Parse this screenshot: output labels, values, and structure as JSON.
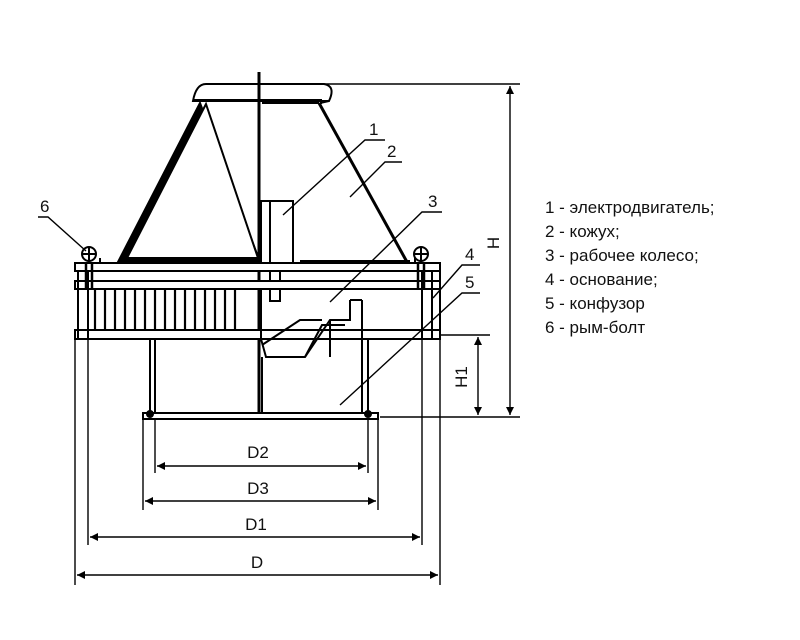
{
  "callouts": [
    "1",
    "2",
    "3",
    "4",
    "5",
    "6"
  ],
  "dimensions": {
    "H": "H",
    "H1": "H1",
    "D": "D",
    "D1": "D1",
    "D2": "D2",
    "D3": "D3"
  },
  "legend": [
    "1 - электродвигатель;",
    "2 - кожух;",
    "3 - рабочее колесо;",
    "4 - основание;",
    "5 - конфузор",
    "6 - рым-болт"
  ]
}
